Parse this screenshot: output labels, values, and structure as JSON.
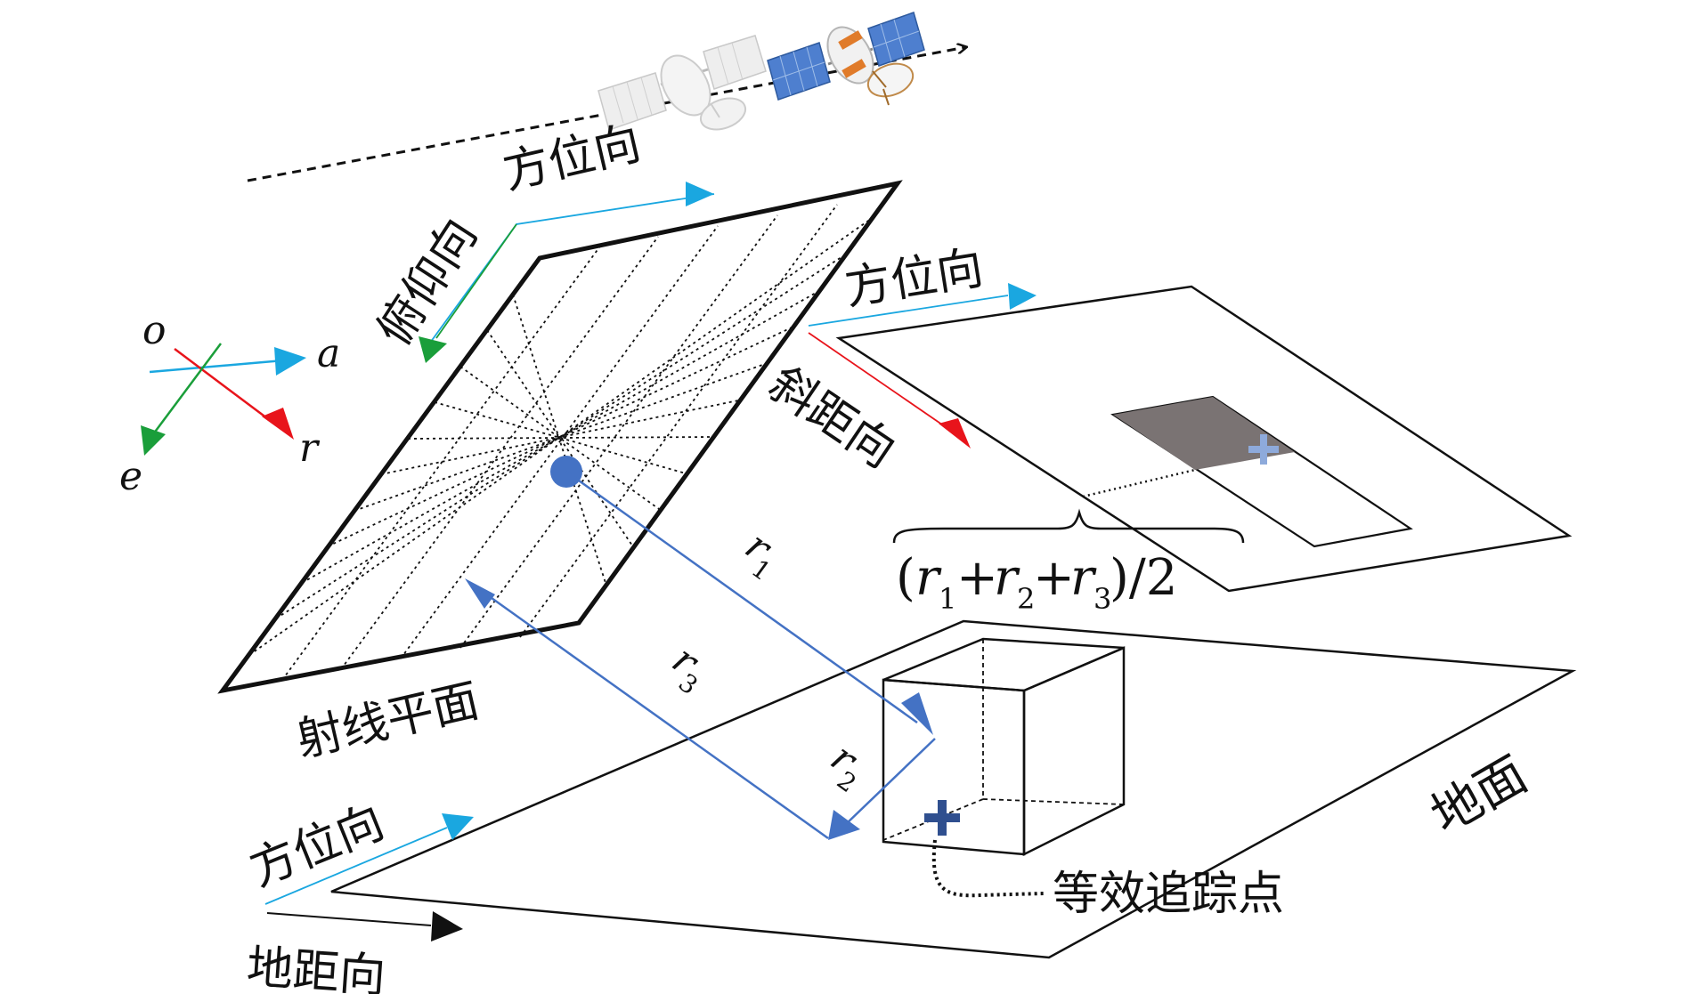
{
  "labels": {
    "azimuth_top": "方位向",
    "elevation": "俯仰向",
    "azimuth_slant": "方位向",
    "slant_range": "斜距向",
    "ray_plane": "射线平面",
    "azimuth_ground": "方位向",
    "ground_range": "地距向",
    "ground": "地面",
    "equivalent_point": "等效追踪点"
  },
  "axes": {
    "origin": "o",
    "azimuth": "a",
    "range": "r",
    "elevation": "e"
  },
  "paths": {
    "r_symbol": "r",
    "r1_sub": "1",
    "r2_sub": "2",
    "r3_sub": "3"
  },
  "formula": {
    "open": "(",
    "r": "r",
    "sub1": "1",
    "sub2": "2",
    "sub3": "3",
    "plus": "+",
    "close": ")/2"
  },
  "colors": {
    "azimuth": "#1aa7e0",
    "range": "#e8141b",
    "elevation": "#1a9e3a",
    "path": "#4472c4",
    "path_dark": "#3a5ea8",
    "shaded_cell": "#7a7373",
    "marker_light": "#8eaadb",
    "marker_dark": "#2f4f8f"
  }
}
